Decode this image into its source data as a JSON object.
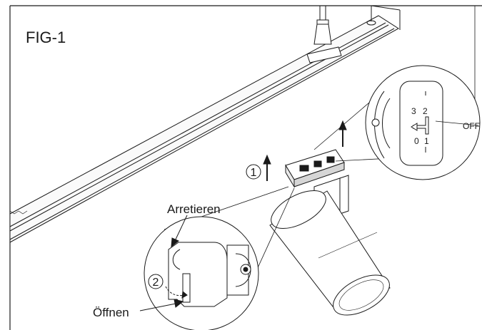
{
  "figure": {
    "label": "FIG-1"
  },
  "steps": {
    "step1": "1",
    "step2": "2"
  },
  "callouts": {
    "lock": "Arretieren",
    "open": "Öffnen"
  },
  "switch_detail": {
    "digit_3": "3",
    "digit_2": "2",
    "digit_0": "0",
    "digit_1": "1",
    "off_label": "OFF"
  },
  "colors": {
    "ink": "#1a1a1a",
    "background": "#ffffff"
  }
}
